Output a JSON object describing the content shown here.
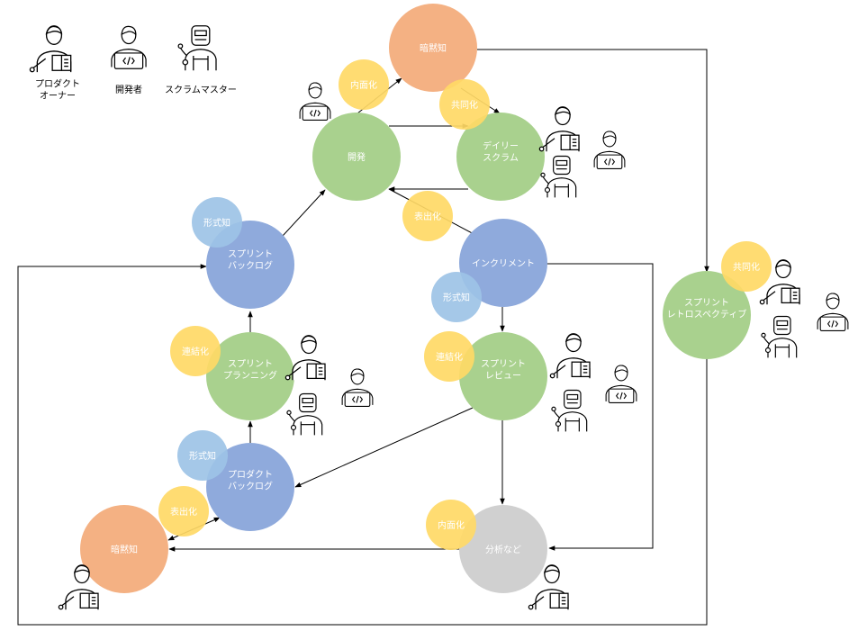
{
  "colors": {
    "green": "#a9d18e",
    "blue": "#8faadc",
    "blue_light": "#9dc3e6",
    "orange": "#f4b183",
    "yellow": "#ffd966",
    "gray": "#d0d0d0"
  },
  "legend": {
    "product_owner": [
      "プロダクト",
      "オーナー"
    ],
    "developer": [
      "開発者"
    ],
    "scrum_master": [
      "スクラムマスター"
    ]
  },
  "nodes": {
    "tacit_top": [
      "暗黙知"
    ],
    "development": [
      "開発"
    ],
    "daily_scrum": [
      "デイリー",
      "スクラム"
    ],
    "sprint_backlog": [
      "スプリント",
      "バックログ"
    ],
    "increment": [
      "インクリメント"
    ],
    "sprint_retrospective": [
      "スプリント",
      "レトロスペクティブ"
    ],
    "sprint_planning": [
      "スプリント",
      "プランニング"
    ],
    "sprint_review": [
      "スプリント",
      "レビュー"
    ],
    "product_backlog": [
      "プロダクト",
      "バックログ"
    ],
    "tacit_bottom": [
      "暗黙知"
    ],
    "analysis": [
      "分析など"
    ]
  },
  "badges": {
    "internalization_top": "内面化",
    "socialization_top": "共同化",
    "externalization_mid": "表出化",
    "formal_knowledge_sb": "形式知",
    "formal_knowledge_inc": "形式知",
    "socialization_retro": "共同化",
    "combination_planning": "連結化",
    "combination_review": "連結化",
    "formal_knowledge_pb": "形式知",
    "externalization_bottom": "表出化",
    "internalization_bottom": "内面化"
  },
  "icons": [
    "product-owner-icon",
    "developer-icon",
    "scrum-master-icon"
  ]
}
